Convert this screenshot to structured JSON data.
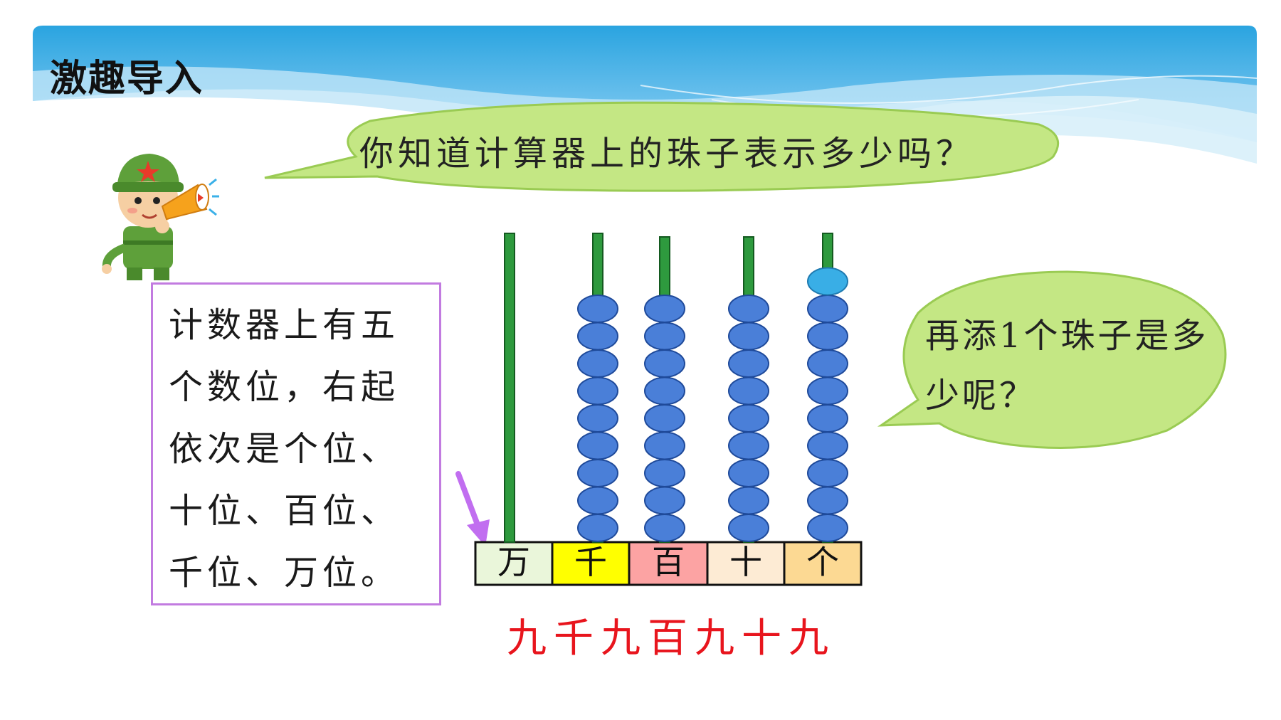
{
  "slide": {
    "title": "激趣导入",
    "question_top": "你知道计算器上的珠子表示多少吗？",
    "question_right": "再添1个珠子是多少呢？",
    "info_lines": [
      "计数器上有五",
      "个数位，右起",
      "依次是个位、",
      "十位、百位、",
      "千位、万位。"
    ],
    "number_reading": "九千九百九十九"
  },
  "abacus": {
    "columns": [
      {
        "label": "万",
        "beads": 0,
        "color": "#eaf6da"
      },
      {
        "label": "千",
        "beads": 9,
        "color": "#ffff00"
      },
      {
        "label": "百",
        "beads": 9,
        "color": "#fca3a3"
      },
      {
        "label": "十",
        "beads": 9,
        "color": "#fdebd4"
      },
      {
        "label": "个",
        "beads": 9,
        "color": "#fcd993"
      }
    ],
    "added_bead_column": "个",
    "rod_color": "#2e9a3e",
    "bead_color": "#4a7fd8",
    "new_bead_color": "#39aee6"
  },
  "colors": {
    "header_blue": "#2aa4e0",
    "bubble_fill": "#c4e784",
    "bubble_border": "#9acb53",
    "box_border": "#c27be0",
    "arrow": "#c16ef0",
    "answer_red": "#e8151d"
  },
  "icons": [
    "soldier-megaphone-icon",
    "pointer-arrow-icon"
  ]
}
